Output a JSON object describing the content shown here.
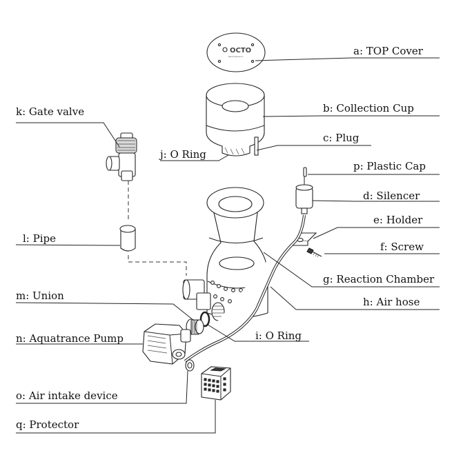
{
  "labels": {
    "a": "a: TOP Cover",
    "b": "b: Collection Cup",
    "c": "c: Plug",
    "d": "d: Silencer",
    "e": "e: Holder",
    "f": "f: Screw",
    "g": "g: Reaction Chamber",
    "h": "h: Air hose",
    "i": "i: O Ring",
    "j": "j: O Ring",
    "k": "k: Gate valve",
    "l": "l: Pipe",
    "m": "m: Union",
    "n": "n: Aquatrance Pump",
    "o": "o: Air intake device",
    "p": "p: Plastic Cap",
    "q": "q: Protector"
  },
  "logo": {
    "brand": "OCTO",
    "tagline": "Reef Octopus Inc."
  }
}
